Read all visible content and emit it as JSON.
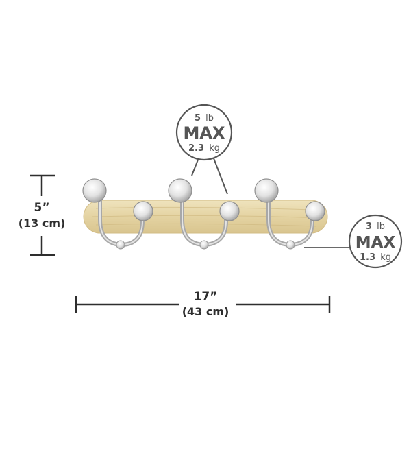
{
  "height_dimension": {
    "imperial": "5”",
    "metric": "(13 cm)"
  },
  "width_dimension": {
    "imperial": "17”",
    "metric": "(43 cm)"
  },
  "badge_large": {
    "weight_lb": "5",
    "unit_lb": "lb",
    "label": "MAX",
    "weight_kg": "2.3",
    "unit_kg": "kg"
  },
  "badge_small": {
    "weight_lb": "3",
    "unit_lb": "lb",
    "label": "MAX",
    "weight_kg": "1.3",
    "unit_kg": "kg"
  },
  "colors": {
    "wood": "#e6d6a8",
    "metal": "#c8c8c8",
    "line": "#2e2e2e",
    "badge_stroke": "#555555"
  }
}
